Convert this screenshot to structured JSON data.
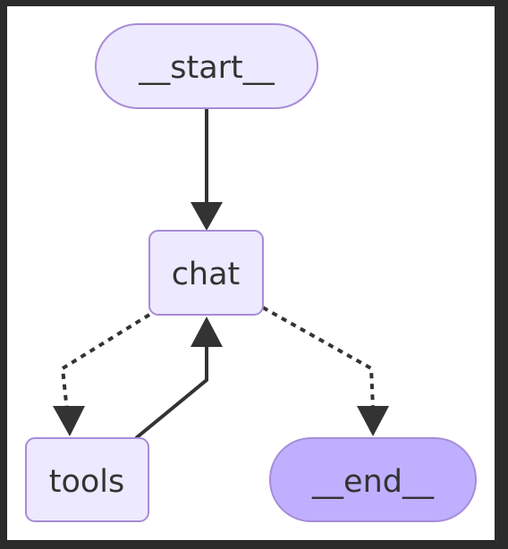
{
  "nodes": {
    "start": {
      "label": "__start__"
    },
    "chat": {
      "label": "chat"
    },
    "tools": {
      "label": "tools"
    },
    "end": {
      "label": "__end__"
    }
  },
  "colors": {
    "frame": "#2b2b2b",
    "background": "#ffffff",
    "node_fill": "#ede9fe",
    "node_stroke": "#a78bd8",
    "end_fill": "#bfb0ff",
    "edge": "#333333",
    "text": "#333333"
  },
  "edges": [
    {
      "from": "start",
      "to": "chat",
      "style": "solid"
    },
    {
      "from": "chat",
      "to": "tools",
      "style": "dashed"
    },
    {
      "from": "chat",
      "to": "end",
      "style": "dashed"
    },
    {
      "from": "tools",
      "to": "chat",
      "style": "solid"
    }
  ]
}
